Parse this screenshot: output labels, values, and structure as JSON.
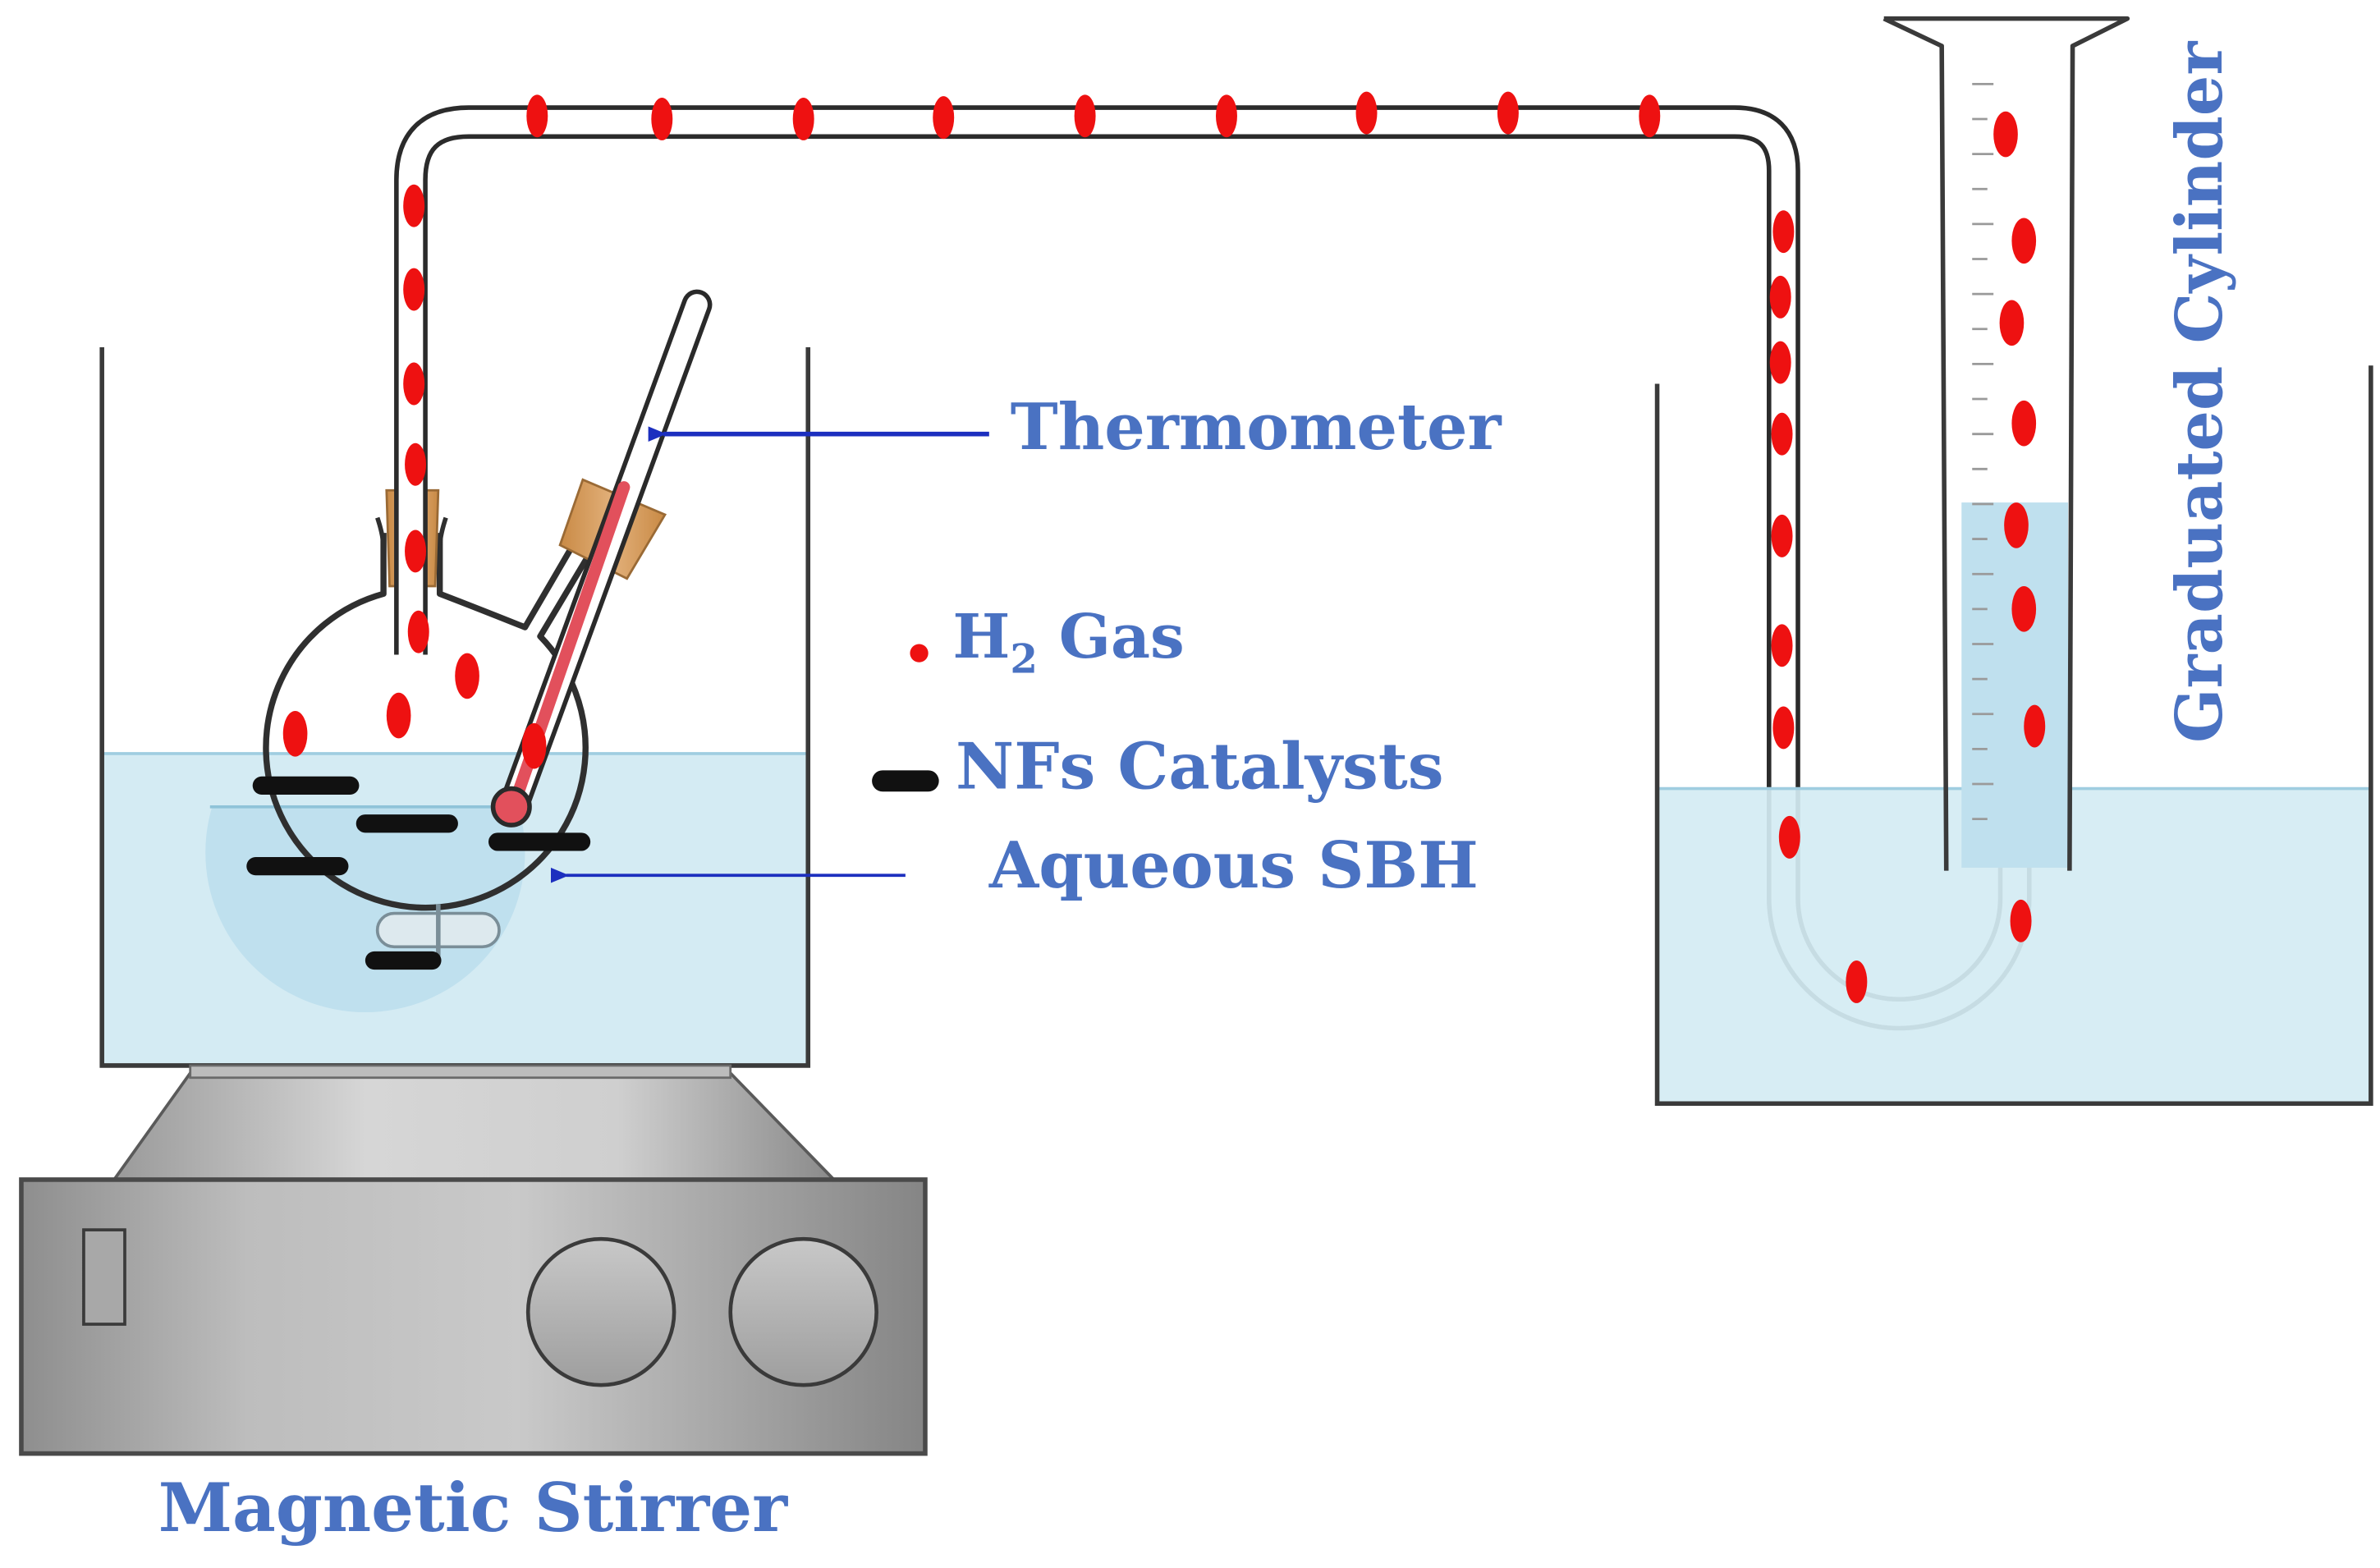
{
  "labels": {
    "thermometer": "Thermometer",
    "h2_prefix": "H",
    "h2_subscript": "2",
    "h2_suffix": " Gas",
    "catalyst": "NFs Catalysts",
    "solution": "Aqueous SBH",
    "stirrer": "Magnetic Stirrer",
    "cylinder": "Graduated Cylinder"
  },
  "colors": {
    "label_text": "#4a72c2",
    "arrow": "#1c2fbf",
    "gas_bubble": "#ee1111",
    "water": "#d4ebf3",
    "catalyst": "#111111",
    "cork": "#d49a5a",
    "stirrer_body": "#9a9a9a"
  }
}
